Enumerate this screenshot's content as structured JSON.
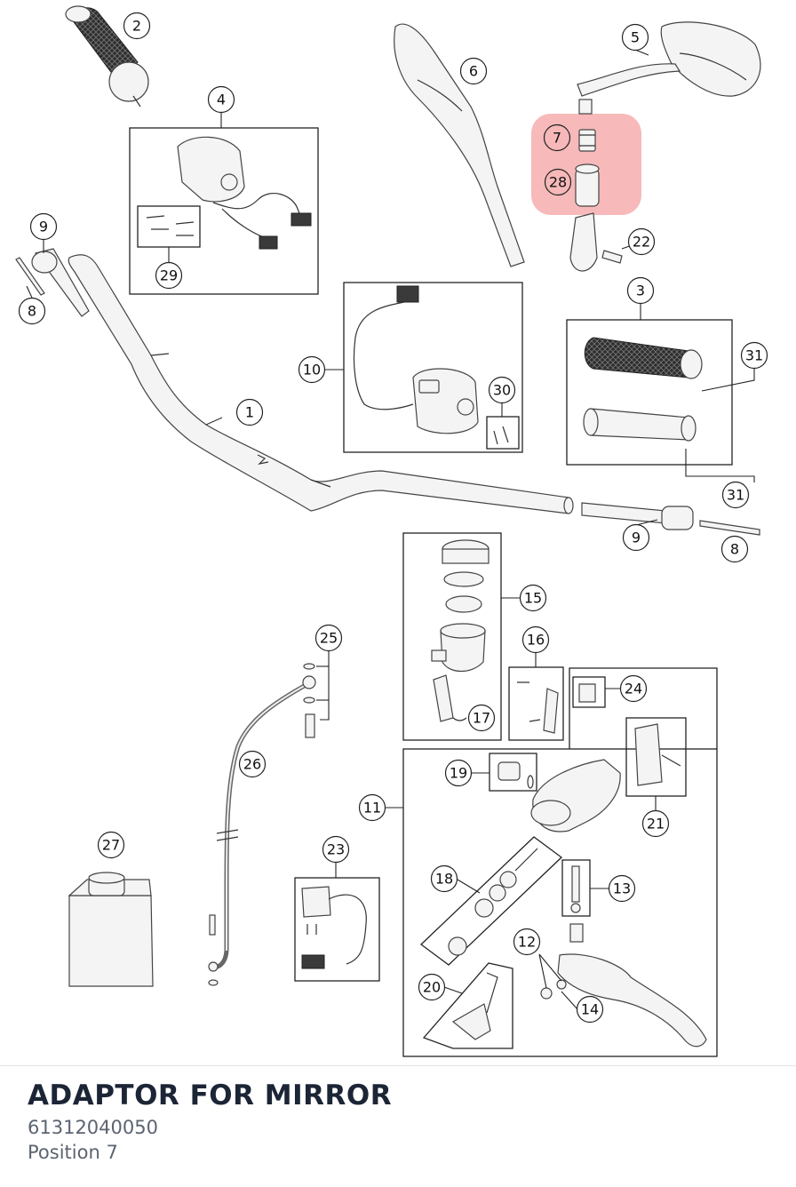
{
  "diagram": {
    "callouts": [
      {
        "id": "c2",
        "label": "2"
      },
      {
        "id": "c4",
        "label": "4"
      },
      {
        "id": "c29",
        "label": "29"
      },
      {
        "id": "c6",
        "label": "6"
      },
      {
        "id": "c5",
        "label": "5"
      },
      {
        "id": "c7",
        "label": "7"
      },
      {
        "id": "c28",
        "label": "28"
      },
      {
        "id": "c22",
        "label": "22"
      },
      {
        "id": "c9a",
        "label": "9"
      },
      {
        "id": "c8a",
        "label": "8"
      },
      {
        "id": "c3",
        "label": "3"
      },
      {
        "id": "c31a",
        "label": "31"
      },
      {
        "id": "c31b",
        "label": "31"
      },
      {
        "id": "c10",
        "label": "10"
      },
      {
        "id": "c30",
        "label": "30"
      },
      {
        "id": "c1",
        "label": "1"
      },
      {
        "id": "c9b",
        "label": "9"
      },
      {
        "id": "c8b",
        "label": "8"
      },
      {
        "id": "c15",
        "label": "15"
      },
      {
        "id": "c16",
        "label": "16"
      },
      {
        "id": "c17",
        "label": "17"
      },
      {
        "id": "c25",
        "label": "25"
      },
      {
        "id": "c24",
        "label": "24"
      },
      {
        "id": "c26",
        "label": "26"
      },
      {
        "id": "c19",
        "label": "19"
      },
      {
        "id": "c11",
        "label": "11"
      },
      {
        "id": "c21",
        "label": "21"
      },
      {
        "id": "c27",
        "label": "27"
      },
      {
        "id": "c23",
        "label": "23"
      },
      {
        "id": "c18",
        "label": "18"
      },
      {
        "id": "c13",
        "label": "13"
      },
      {
        "id": "c12",
        "label": "12"
      },
      {
        "id": "c20",
        "label": "20"
      },
      {
        "id": "c14",
        "label": "14"
      }
    ],
    "highlight_color": "#f28b8b"
  },
  "part": {
    "name": "ADAPTOR FOR MIRROR",
    "number": "61312040050",
    "position": "Position 7"
  }
}
